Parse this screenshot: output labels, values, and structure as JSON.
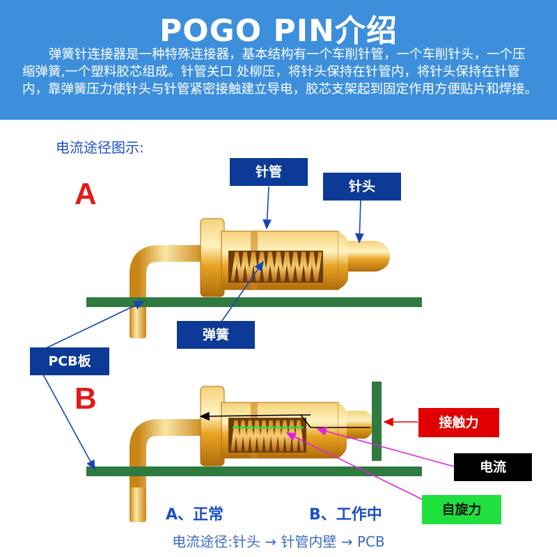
{
  "header": {
    "title": "POGO PIN介绍",
    "description": "弹簧针连接器是一种特殊连接器，基本结构有一个车削针管，一个车削针头，一个压缩弹簧,一个塑料胶芯组成。针管关口 处柳压，将针头保持在针管内，将针头保持在针管内，靠弹簧压力使针头与针管紧密接触建立导电，胶芯支架起到固定作用方便贴片和焊接。"
  },
  "section_title": "电流途径图示:",
  "diagram_a": {
    "letter": "A",
    "labels": {
      "tube": "针管",
      "head": "针头",
      "spring": "弹簧",
      "pcb": "PCB板"
    }
  },
  "diagram_b": {
    "letter": "B",
    "labels": {
      "contact_force": "接触力",
      "current": "电流",
      "self_rotation": "自旋力"
    }
  },
  "captions": {
    "a": "A、正常",
    "b": "B、工作中"
  },
  "current_path": "电流途径:针头 → 针管内壁 → PCB",
  "colors": {
    "header_bg": "#3d8fdc",
    "label_navy": "#0c3a96",
    "pcb_green": "#2f7a3f",
    "letter_red": "#e11b1b",
    "contact_red": "#e00000",
    "current_black": "#000000",
    "rotation_green": "#20e040",
    "gold": "#e8a423"
  }
}
